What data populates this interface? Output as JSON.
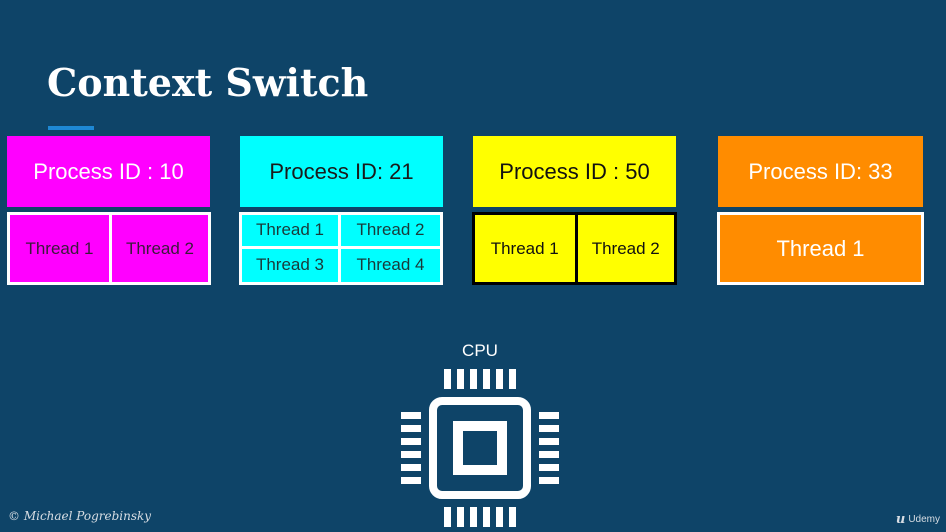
{
  "slide": {
    "title": "Context Switch"
  },
  "processes": [
    {
      "header": "Process ID : 10",
      "threads": [
        "Thread 1",
        "Thread 2"
      ],
      "color": "#ff00ff"
    },
    {
      "header": "Process ID: 21",
      "threads": [
        "Thread 1",
        "Thread 2",
        "Thread 3",
        "Thread 4"
      ],
      "color": "#00ffff"
    },
    {
      "header": "Process ID : 50",
      "threads": [
        "Thread 1",
        "Thread 2"
      ],
      "color": "#ffff00"
    },
    {
      "header": "Process ID: 33",
      "threads": [
        "Thread 1"
      ],
      "color": "#ff8c00"
    }
  ],
  "cpu": {
    "label": "CPU",
    "icon": "cpu-chip-icon"
  },
  "footer": {
    "author": "© Michael Pogrebinsky",
    "brand": "Udemy",
    "brand_icon": "udemy-logo-icon"
  },
  "colors": {
    "background": "#0e4468",
    "accent": "#1e88d4"
  }
}
